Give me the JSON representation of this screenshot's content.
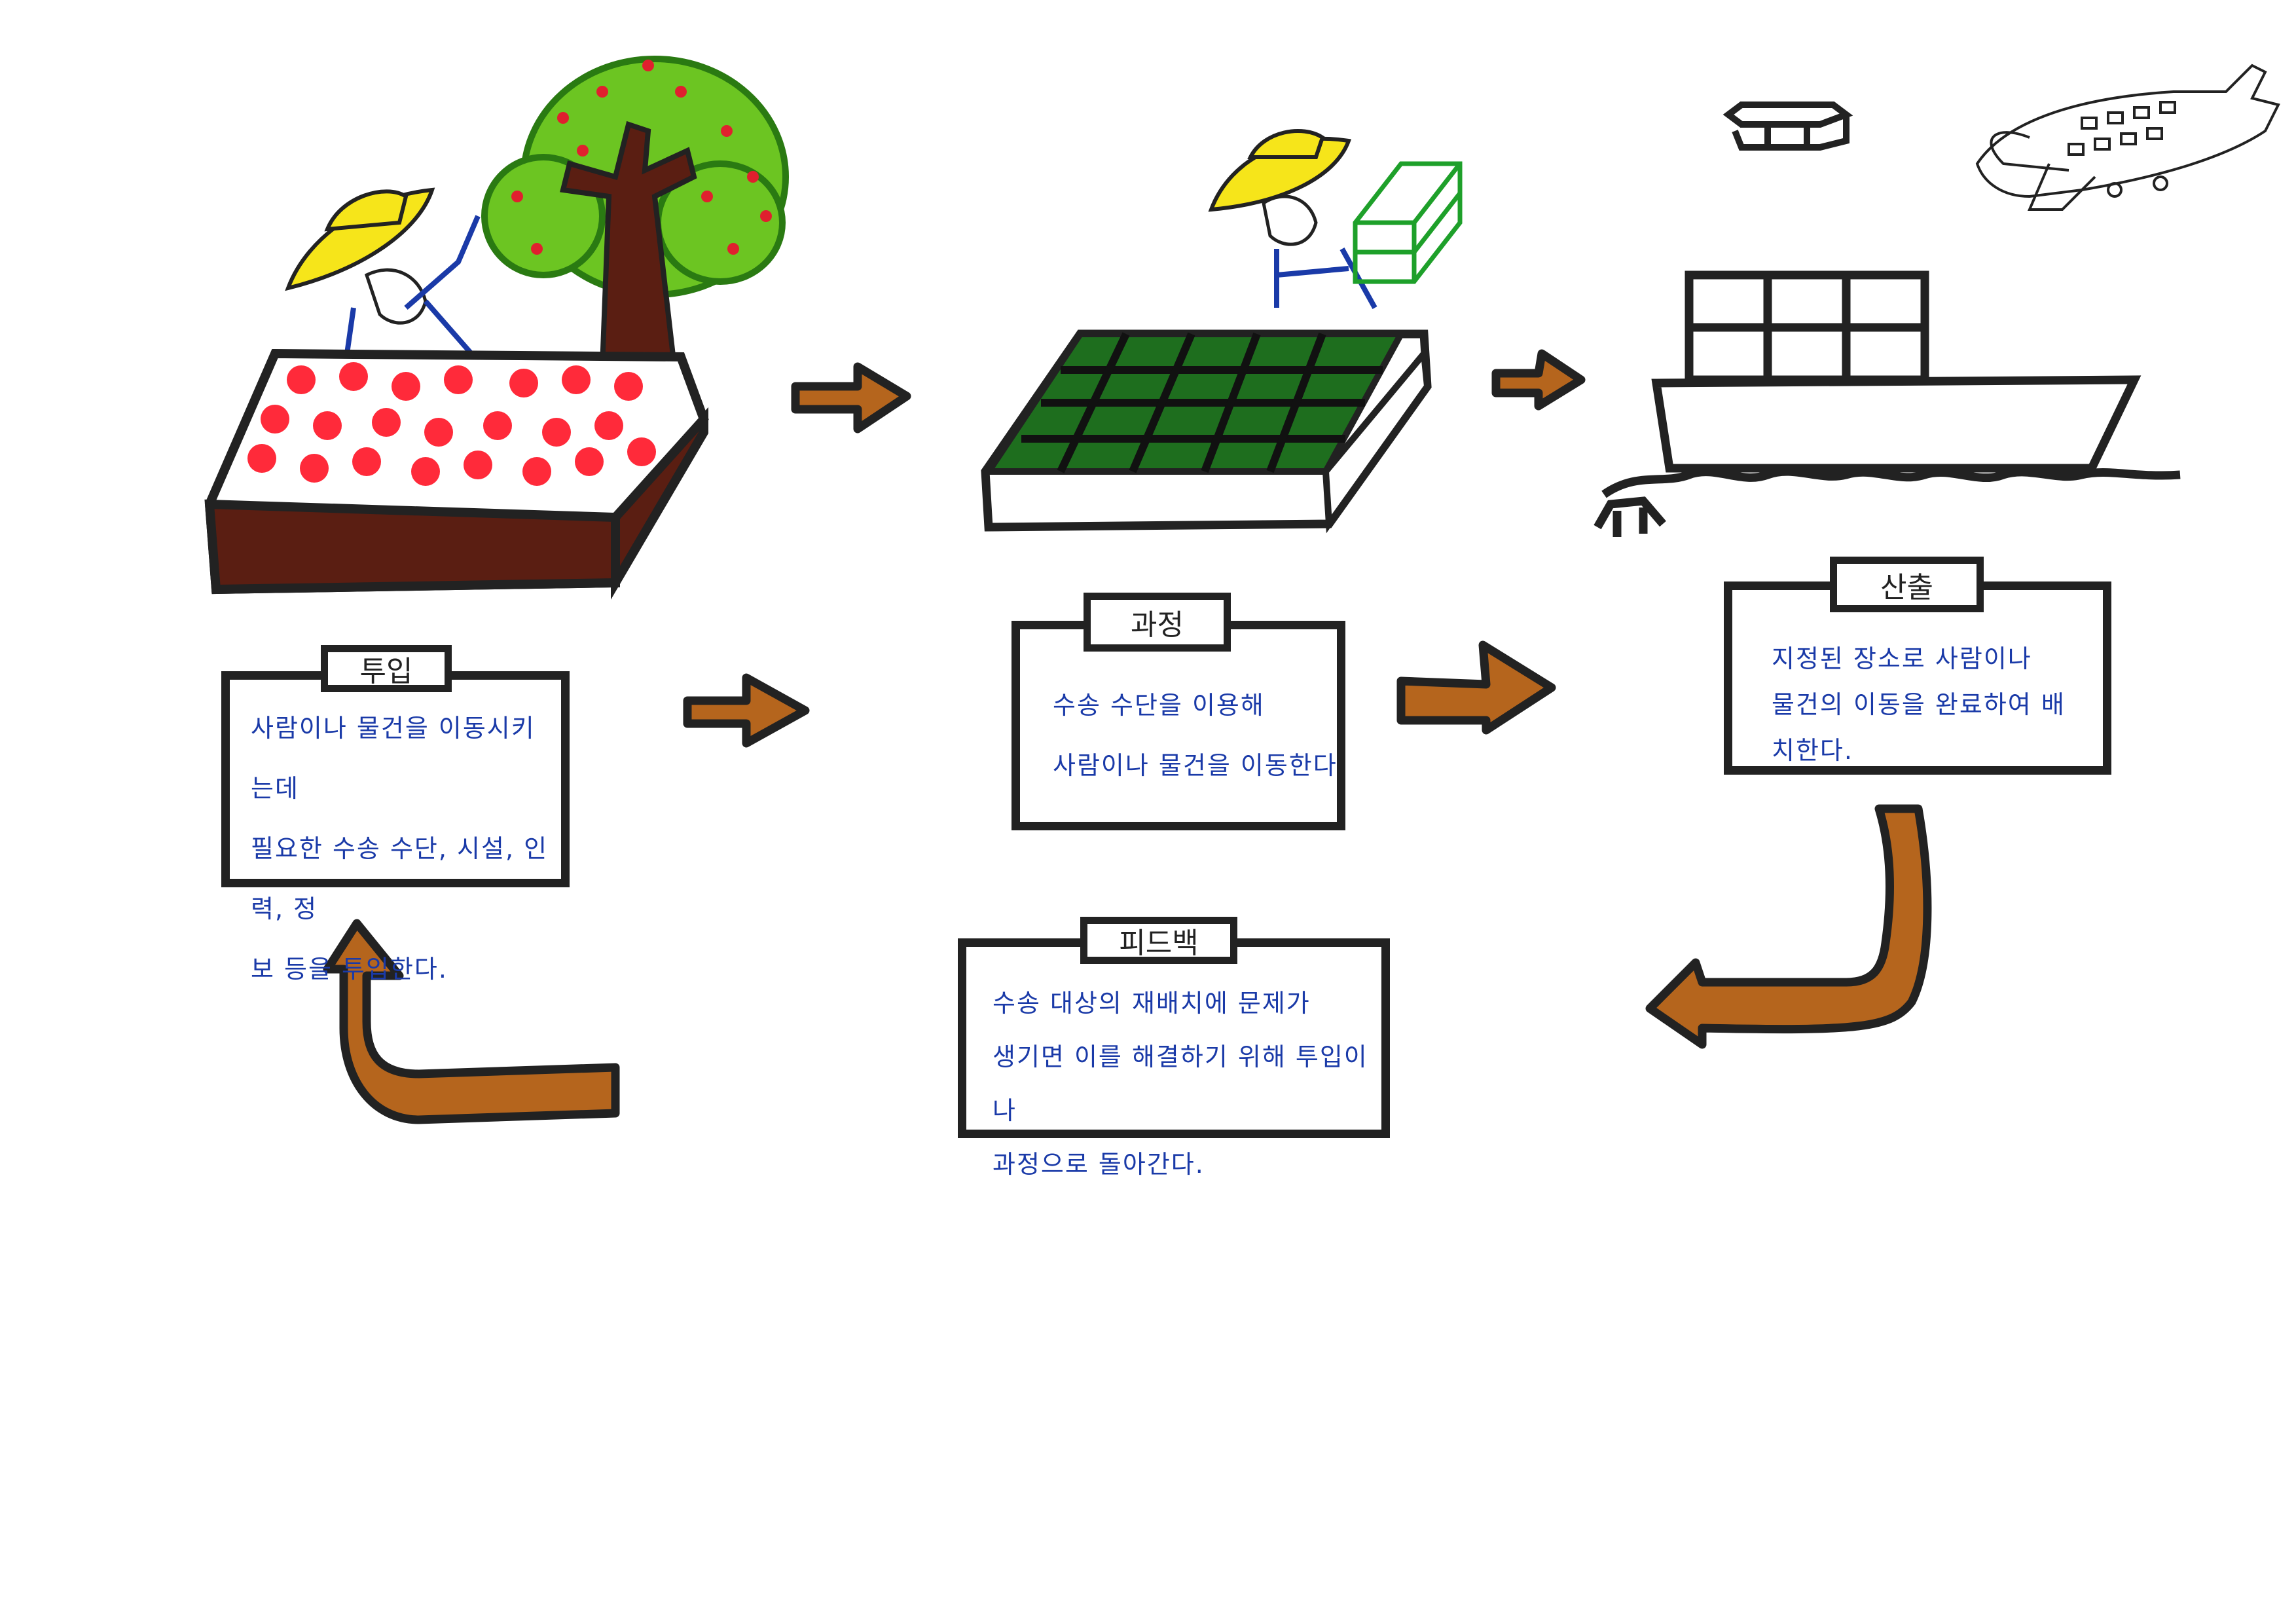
{
  "colors": {
    "ink": "#222222",
    "text_blue": "#1a3aa8",
    "arrow_brown": "#b5651d",
    "soil_brown": "#5a1e12",
    "apple_red": "#ff2a3a",
    "leaf_green": "#6cc522",
    "field_green": "#1e6e1e",
    "hat_yellow": "#f6e51a"
  },
  "stages": [
    {
      "id": "input",
      "title": "투입",
      "text": "사람이나 물건을 이동시키는데\n필요한 수송 수단, 시설, 인력, 정\n보 등을 투입한다."
    },
    {
      "id": "process",
      "title": "과정",
      "text": "수송 수단을 이용해\n사람이나 물건을 이동한다"
    },
    {
      "id": "output",
      "title": "산출",
      "text": "지정된 장소로 사람이나\n물건의 이동을 완료하여 배\n치한다."
    }
  ],
  "feedback": {
    "title": "피드백",
    "text": "수송 대상의 재배치에 문제가\n생기면 이를 해결하기 위해 투입이나\n과정으로 돌아간다."
  },
  "icons": [
    "orchard-icon",
    "farmer-icon",
    "apple-tree-icon",
    "green-field-icon",
    "crate-icon",
    "ship-icon",
    "airplane-icon",
    "arrow-right-icon",
    "return-arrow-icon"
  ]
}
